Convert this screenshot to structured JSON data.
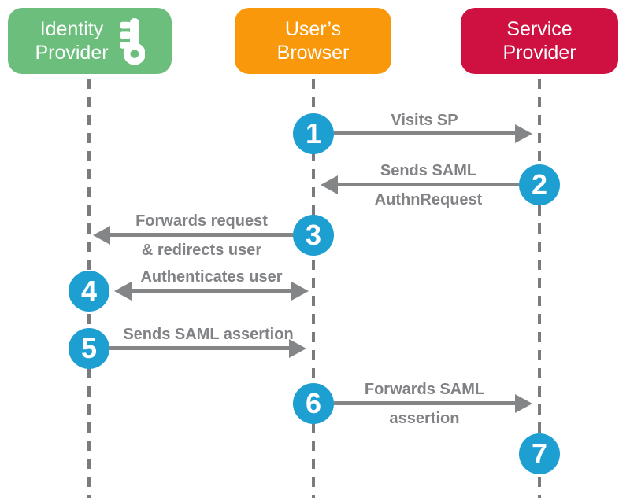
{
  "lanes": [
    {
      "id": "identity-provider",
      "label_lines": [
        "Identity",
        "Provider"
      ],
      "color": "#6CBE7D",
      "icon": "key-icon"
    },
    {
      "id": "users-browser",
      "label_lines": [
        "User’s",
        "Browser"
      ],
      "color": "#F9980A"
    },
    {
      "id": "service-provider",
      "label_lines": [
        "Service",
        "Provider"
      ],
      "color": "#CF1142"
    }
  ],
  "steps": [
    {
      "number": "1",
      "label_lines": [
        "Visits SP"
      ],
      "from": "users-browser",
      "to": "service-provider",
      "direction": "right"
    },
    {
      "number": "2",
      "label_lines": [
        "Sends SAML",
        "AuthnRequest"
      ],
      "from": "service-provider",
      "to": "users-browser",
      "direction": "left"
    },
    {
      "number": "3",
      "label_lines": [
        "Forwards request",
        "& redirects user"
      ],
      "from": "users-browser",
      "to": "identity-provider",
      "direction": "left"
    },
    {
      "number": "4",
      "label_lines": [
        "Authenticates user"
      ],
      "from": "identity-provider",
      "to": "users-browser",
      "direction": "both"
    },
    {
      "number": "5",
      "label_lines": [
        "Sends SAML assertion"
      ],
      "from": "identity-provider",
      "to": "users-browser",
      "direction": "right"
    },
    {
      "number": "6",
      "label_lines": [
        "Forwards SAML",
        "assertion"
      ],
      "from": "users-browser",
      "to": "service-provider",
      "direction": "right"
    },
    {
      "number": "7",
      "label_lines": [],
      "from": "service-provider",
      "to": "",
      "direction": "none"
    }
  ],
  "colors": {
    "identity_provider": "#6CBE7D",
    "users_browser": "#F9980A",
    "service_provider": "#CF1142",
    "step_badge": "#1E9FD2",
    "arrow": "#838587",
    "label_text": "#808285",
    "lifeline": "#7A7B7E"
  }
}
